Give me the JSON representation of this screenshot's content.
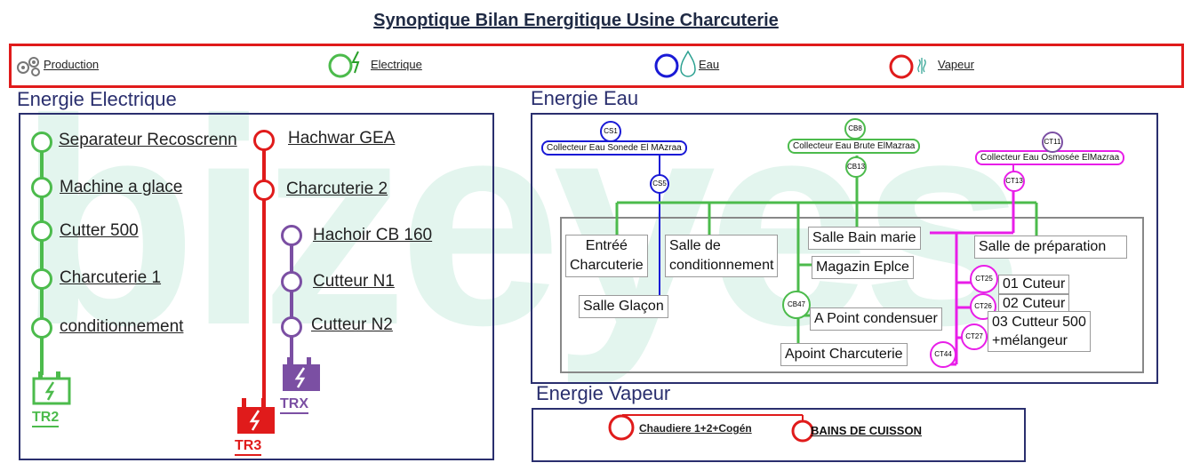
{
  "title": "Synoptique Bilan Energitique Usine Charcuterie",
  "legend": {
    "production": "Production ",
    "electrique": "Electrique",
    "eau": "Eau",
    "vapeur": "Vapeur"
  },
  "sections": {
    "electrique": "Energie Electrique",
    "eau": "Energie Eau",
    "vapeur": "Energie Vapeur"
  },
  "electric": {
    "green_items": [
      "Separateur Recoscrenn",
      "Machine a glace",
      "Cutter 500 ",
      "Charcuterie 1",
      "conditionnement"
    ],
    "red_items": [
      "Hachwar GEA",
      "Charcuterie 2"
    ],
    "purple_items": [
      "Hachoir CB 160",
      "Cutteur N1",
      "Cutteur N2"
    ],
    "transformers": {
      "tr2": "TR2",
      "tr3": "TR3",
      "trx": "TRX"
    }
  },
  "water": {
    "collectors": {
      "sonede": "Collecteur Eau Sonede El MAzraa",
      "brute": "Collecteur Eau Brute ElMazraa",
      "osmosee": "Collecteur Eau Osmosée ElMazraa"
    },
    "nodes": {
      "cs1": "CS1",
      "cs5": "CS5",
      "cb8": "CB8",
      "cb13": "CB13",
      "ct11": "CT11",
      "ct13": "CT13",
      "cb47": "CB47",
      "ct25": "CT25",
      "ct26": "CT26",
      "ct27": "CT27",
      "ct44": "CT44"
    },
    "rooms": {
      "entree": "Entréé\nCharcuterie",
      "conditionnement": "Salle de\nconditionnement",
      "bain_marie": "Salle Bain marie",
      "preparation": "Salle de préparation",
      "magazin": "Magazin Eplce",
      "glacon": "Salle Glaçon",
      "condensuer": "A Point condensuer",
      "apoint_charcuterie": "Apoint Charcuterie",
      "cuteur1": "01 Cuteur",
      "cuteur2": "02 Cuteur",
      "cutteur500": "03 Cutteur 500\n+mélangeur"
    }
  },
  "steam": {
    "chaudiere": "Chaudiere 1+2+Cogén",
    "bains": "BAINS DE CUISSON"
  },
  "colors": {
    "green": "#4cbb4c",
    "red": "#e01b1b",
    "purple": "#7b4fa3",
    "blue": "#1a1ad6",
    "magenta": "#e81ee8",
    "navy": "#2a2f6e"
  }
}
